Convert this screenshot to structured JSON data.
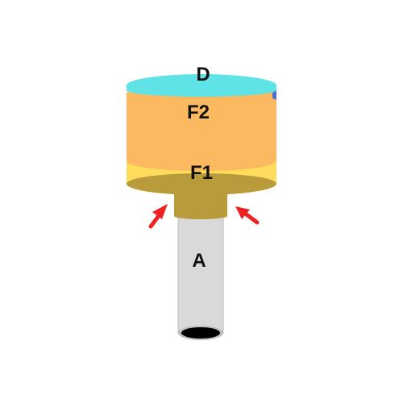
{
  "labels": {
    "top_disk": "D",
    "upper_layer": "F2",
    "lower_layer": "F1",
    "tube": "A"
  },
  "colors": {
    "top_disk": "#5fe3e6",
    "top_disk_edge": "#4f6fd0",
    "upper_layer": "#fdb95f",
    "lower_layer": "#ffdc5c",
    "base_plate": "#b99b3b",
    "tube": "#d9d9d9",
    "tube_edge": "#bdbdbd",
    "tube_opening": "#000000",
    "arrows": "#ee2222"
  }
}
